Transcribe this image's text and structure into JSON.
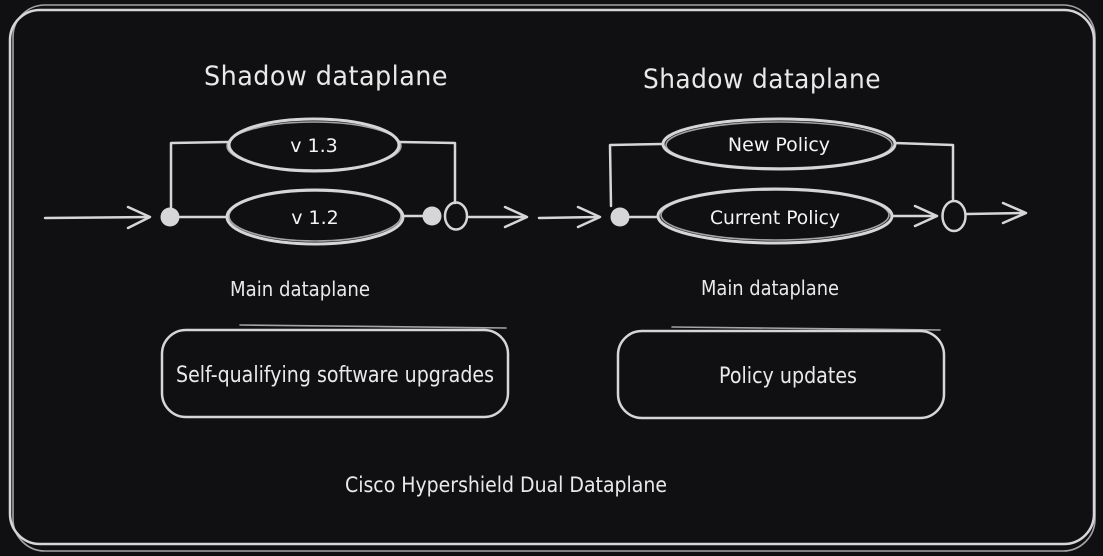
{
  "canvas": {
    "background": "#101012",
    "stroke_color": "#d6d6d8",
    "text_color": "#e9e9e9",
    "accent_fill": "#215270"
  },
  "caption": "Cisco Hypershield Dual Dataplane",
  "left_diagram": {
    "title": "Shadow dataplane",
    "shadow_node_label": "v 1.3",
    "main_node_label": "v 1.2",
    "main_plane_label": "Main dataplane",
    "box_label": "Self-qualifying software upgrades"
  },
  "right_diagram": {
    "title": "Shadow dataplane",
    "shadow_node_label": "New Policy",
    "main_node_label": "Current Policy",
    "main_plane_label": "Main dataplane",
    "box_label": "Policy updates"
  }
}
